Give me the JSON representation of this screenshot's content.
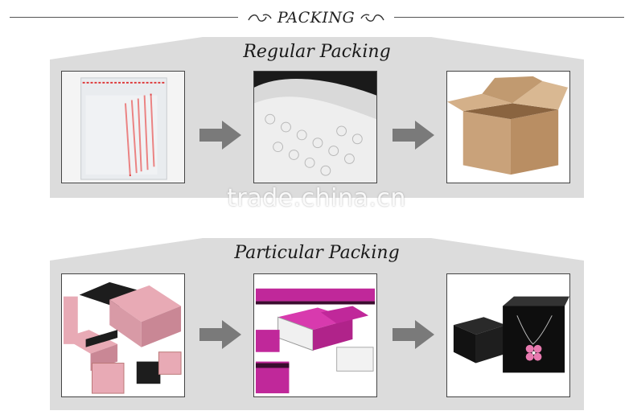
{
  "header": {
    "title": "PACKING"
  },
  "sections": [
    {
      "title": "Regular Packing",
      "items": [
        {
          "icon": "zip-lock-bag-image"
        },
        {
          "icon": "bubble-wrap-image"
        },
        {
          "icon": "cardboard-box-image"
        }
      ]
    },
    {
      "title": "Particular Packing",
      "items": [
        {
          "icon": "pink-gift-boxes-image"
        },
        {
          "icon": "purple-jewelry-boxes-image"
        },
        {
          "icon": "black-necklace-box-image"
        }
      ]
    }
  ],
  "watermark": "trade.china.cn",
  "colors": {
    "panel": "#dcdcdc",
    "arrow": "#7a7a7a",
    "box_pink": "#e8aab5",
    "box_magenta": "#c0289a",
    "box_kraft": "#c9a27a"
  }
}
